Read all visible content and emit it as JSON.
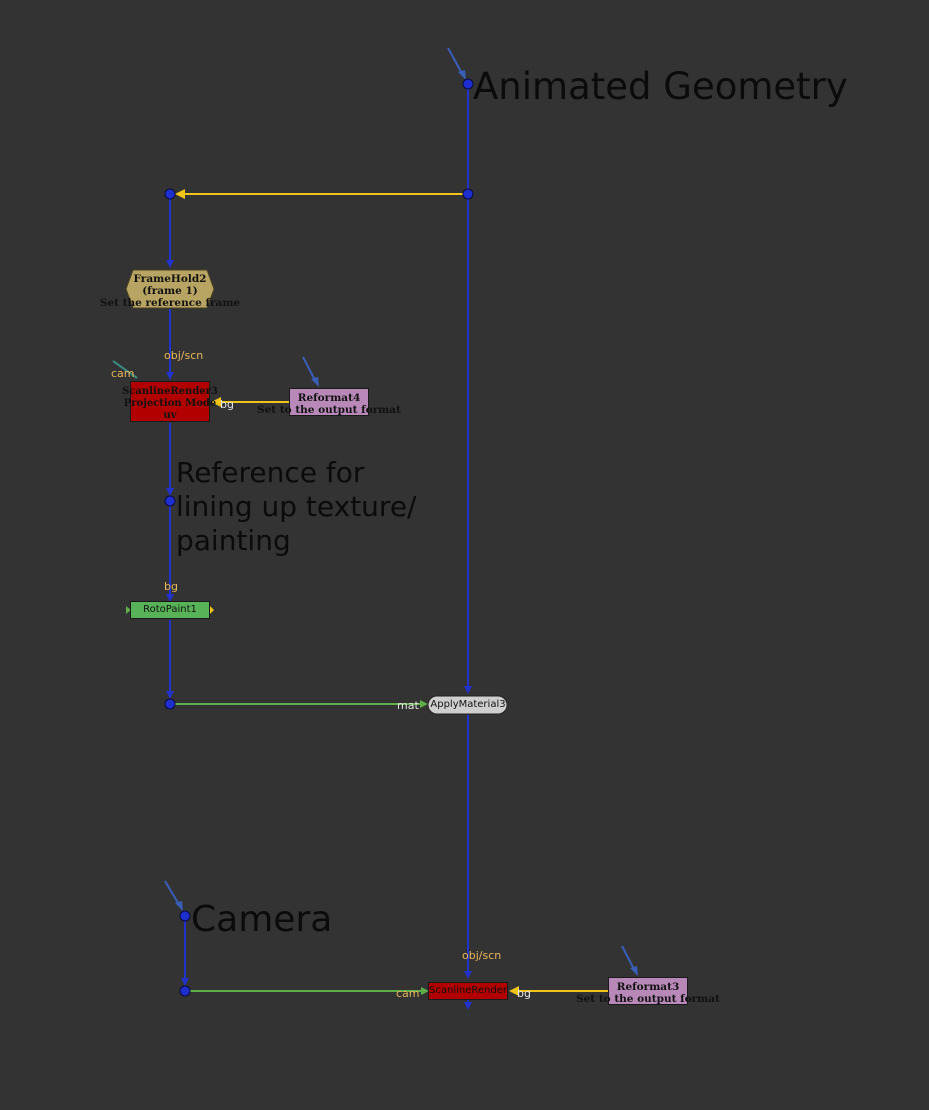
{
  "sticky_notes": {
    "animated_geometry": "Animated Geometry",
    "reference_note": "Reference for\nlining up texture/\npainting",
    "camera": "Camera"
  },
  "nodes": {
    "framehold2": {
      "name": "FrameHold2",
      "info": "(frame 1)",
      "label": "Set the reference frame"
    },
    "scanlinerender3": {
      "name": "ScanlineRender3",
      "info": "Projection Mode",
      "mode": "uv"
    },
    "reformat4": {
      "name": "Reformat4",
      "label": "Set to the output format"
    },
    "rotopaint1": {
      "name": "RotoPaint1"
    },
    "applymaterial3": {
      "name": "ApplyMaterial3"
    },
    "scanlinerender_bottom": {
      "name": "ScanlineRender"
    },
    "reformat3": {
      "name": "Reformat3",
      "label": "Set to the output format"
    }
  },
  "ports": {
    "obj_scn_top": "obj/scn",
    "cam_top": "cam",
    "bg_top": "bg",
    "bg_roto": "bg",
    "mat": "mat",
    "obj_scn_bottom": "obj/scn",
    "cam_bottom": "cam",
    "bg_bottom": "bg"
  },
  "colors": {
    "background": "#333333",
    "pipe_blue": "#2233cc",
    "pipe_yellow": "#f0c419",
    "pipe_green": "#5fae4a",
    "dot": "#1e2ecf",
    "framehold": "#b8a563",
    "scanline": "#b20000",
    "reformat": "#b889b8",
    "rotopaint": "#58b358",
    "applymaterial": "#cfcfcf",
    "port_label": "#e8b65a"
  }
}
